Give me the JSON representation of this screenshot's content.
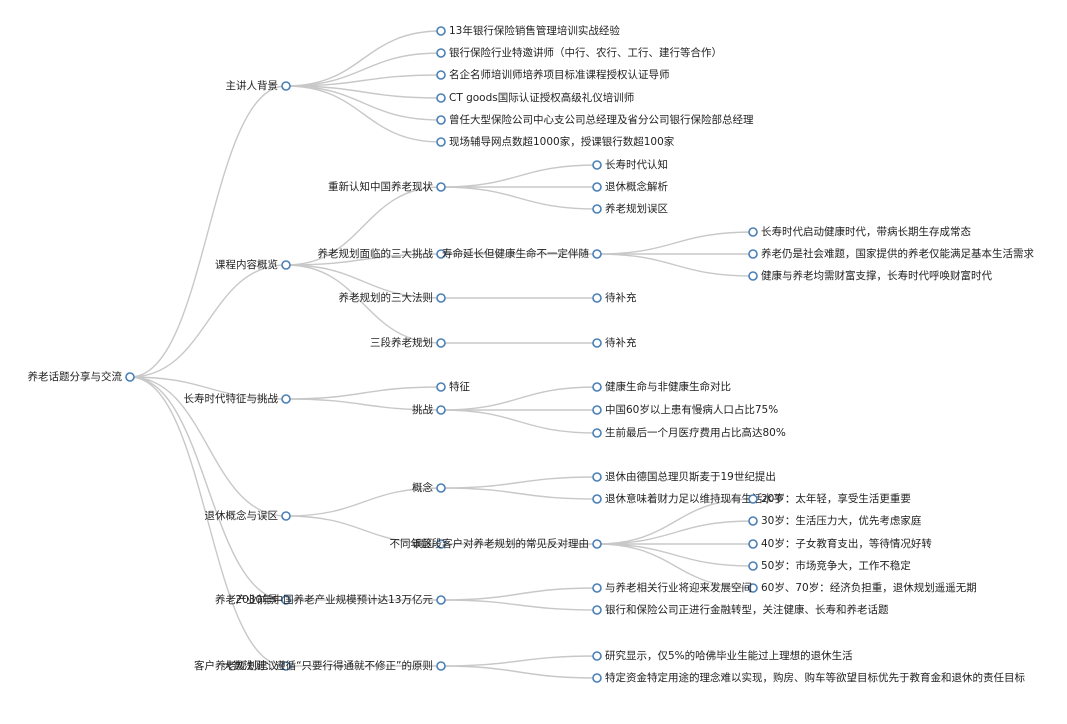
{
  "mindmap": {
    "root": "养老话题分享与交流",
    "branches": [
      {
        "label": "主讲人背景",
        "children": [
          {
            "label": "13年银行保险销售管理培训实战经验"
          },
          {
            "label": "银行保险行业特邀讲师（中行、农行、工行、建行等合作）"
          },
          {
            "label": "名企名师培训师培养项目标准课程授权认证导师"
          },
          {
            "label": "CT goods国际认证授权高级礼仪培训师"
          },
          {
            "label": "曾任大型保险公司中心支公司总经理及省分公司银行保险部总经理"
          },
          {
            "label": "现场辅导网点数超1000家，授课银行数超100家"
          }
        ]
      },
      {
        "label": "课程内容概览",
        "children": [
          {
            "label": "重新认知中国养老现状",
            "children": [
              {
                "label": "长寿时代认知"
              },
              {
                "label": "退休概念解析"
              },
              {
                "label": "养老规划误区"
              }
            ]
          },
          {
            "label": "养老规划面临的三大挑战",
            "children": [
              {
                "label": "寿命延长但健康生命不一定伴随",
                "children": [
                  {
                    "label": "长寿时代启动健康时代，带病长期生存成常态"
                  },
                  {
                    "label": "养老仍是社会难题，国家提供的养老仅能满足基本生活需求"
                  },
                  {
                    "label": "健康与养老均需财富支撑，长寿时代呼唤财富时代"
                  }
                ]
              }
            ]
          },
          {
            "label": "养老规划的三大法则",
            "children": [
              {
                "label": "待补充"
              }
            ]
          },
          {
            "label": "三段养老规划",
            "children": [
              {
                "label": "待补充"
              }
            ]
          }
        ]
      },
      {
        "label": "长寿时代特征与挑战",
        "children": [
          {
            "label": "特征"
          },
          {
            "label": "挑战",
            "children": [
              {
                "label": "健康生命与非健康生命对比"
              },
              {
                "label": "中国60岁以上患有慢病人口占比75%"
              },
              {
                "label": "生前最后一个月医疗费用占比高达80%"
              }
            ]
          }
        ]
      },
      {
        "label": "退休概念与误区",
        "children": [
          {
            "label": "概念",
            "children": [
              {
                "label": "退休由德国总理贝斯麦于19世纪提出"
              },
              {
                "label": "退休意味着财力足以维持现有生活水平"
              }
            ]
          },
          {
            "label": "误区",
            "children": [
              {
                "label": "不同年龄段客户对养老规划的常见反对理由",
                "children": [
                  {
                    "label": "20岁：太年轻，享受生活更重要"
                  },
                  {
                    "label": "30岁：生活压力大，优先考虑家庭"
                  },
                  {
                    "label": "40岁：子女教育支出，等待情况好转"
                  },
                  {
                    "label": "50岁：市场竞争大，工作不稳定"
                  },
                  {
                    "label": "60岁、70岁：经济负担重，退休规划遥遥无期"
                  }
                ]
              }
            ]
          }
        ]
      },
      {
        "label": "养老产业前景",
        "children": [
          {
            "label": "2030年中国养老产业规模预计达13万亿元",
            "children": [
              {
                "label": "与养老相关行业将迎来发展空间"
              },
              {
                "label": "银行和保险公司正进行金融转型，关注健康、长寿和养老话题"
              }
            ]
          }
        ]
      },
      {
        "label": "客户养老规划建议",
        "children": [
          {
            "label": "大数法则：遵循“只要行得通就不修正”的原则",
            "children": [
              {
                "label": "研究显示，仅5%的哈佛毕业生能过上理想的退休生活"
              },
              {
                "label": "特定资金特定用途的理念难以实现，购房、购车等欲望目标优先于教育金和退休的责任目标"
              }
            ]
          }
        ]
      }
    ]
  }
}
